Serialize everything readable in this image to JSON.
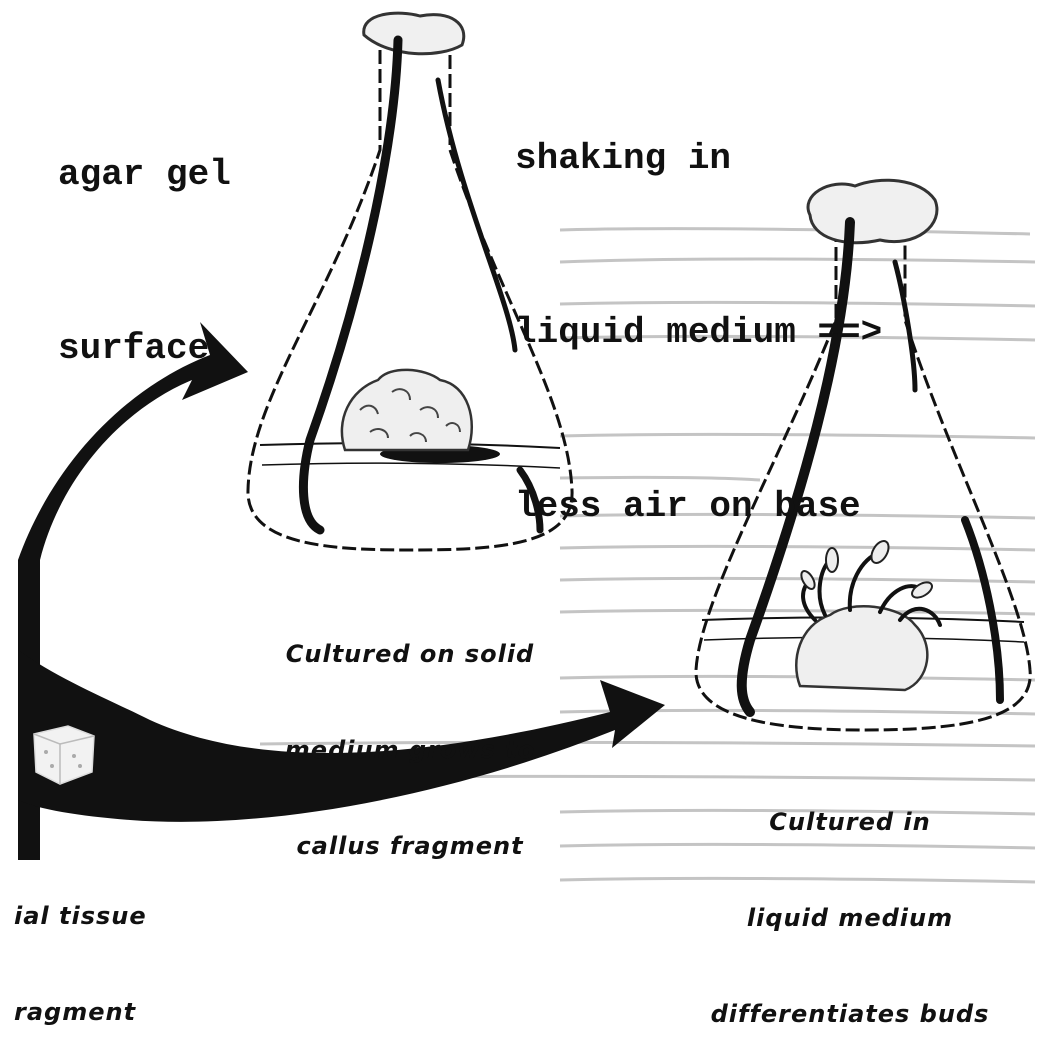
{
  "annotations": {
    "agar_line1": "agar gel",
    "agar_line2": "surface",
    "shaking_line1": "shaking in",
    "shaking_line2": "liquid medium ==>",
    "shaking_line3": "less air on base"
  },
  "captions": {
    "solid_line1": "Cultured on solid",
    "solid_line2": "medium grows to",
    "solid_line3": "callus fragment",
    "liquid_line1": "Cultured in",
    "liquid_line2": "liquid medium",
    "liquid_line3": "differentiates buds",
    "tissue_line1": "ial tissue",
    "tissue_line2": "ragment"
  },
  "icons": [
    "flask-solid-icon",
    "flask-liquid-icon",
    "callus-icon",
    "buds-icon",
    "tissue-cube-icon",
    "arrow-icon"
  ],
  "colors": {
    "ink": "#111111",
    "background": "#ffffff"
  }
}
